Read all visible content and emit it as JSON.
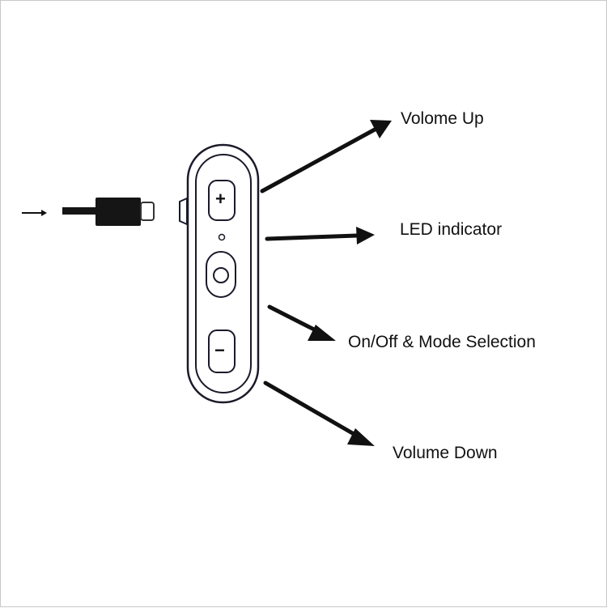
{
  "labels": {
    "volume_up": "Volome Up",
    "led_indicator": "LED indicator",
    "on_off_mode": "On/Off & Mode Selection",
    "volume_down": "Volume Down"
  },
  "buttons": {
    "plus_symbol": "+",
    "minus_symbol": "−"
  },
  "colors": {
    "ink": "#111111",
    "outline": "#1a1a2a",
    "background": "#ffffff"
  }
}
